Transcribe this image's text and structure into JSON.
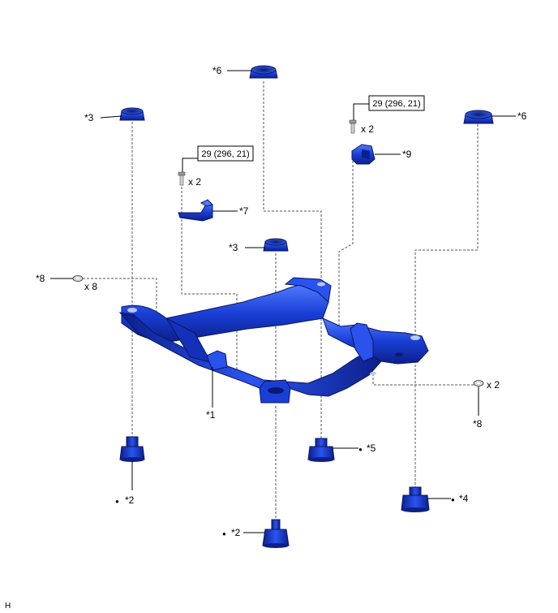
{
  "colors": {
    "part": "#1a3fd6",
    "part_dark": "#0c1f8a",
    "part_light": "#4f7cff",
    "line": "#000000"
  },
  "labels": {
    "p1": "*1",
    "p2a": "*2",
    "p2b": "*2",
    "p3a": "*3",
    "p3b": "*3",
    "p4": "*4",
    "p5": "*5",
    "p6a": "*6",
    "p6b": "*6",
    "p7": "*7",
    "p8a": "*8",
    "p8b": "*8",
    "p9": "*9"
  },
  "torque": {
    "box1": "29 (296, 21)",
    "box2": "29 (296, 21)"
  },
  "qty": {
    "bolt1": "x 2",
    "bolt2": "x 2",
    "washer_left": "x 8",
    "washer_right": "x 2"
  },
  "bullet": "●",
  "corner_mark": "H"
}
